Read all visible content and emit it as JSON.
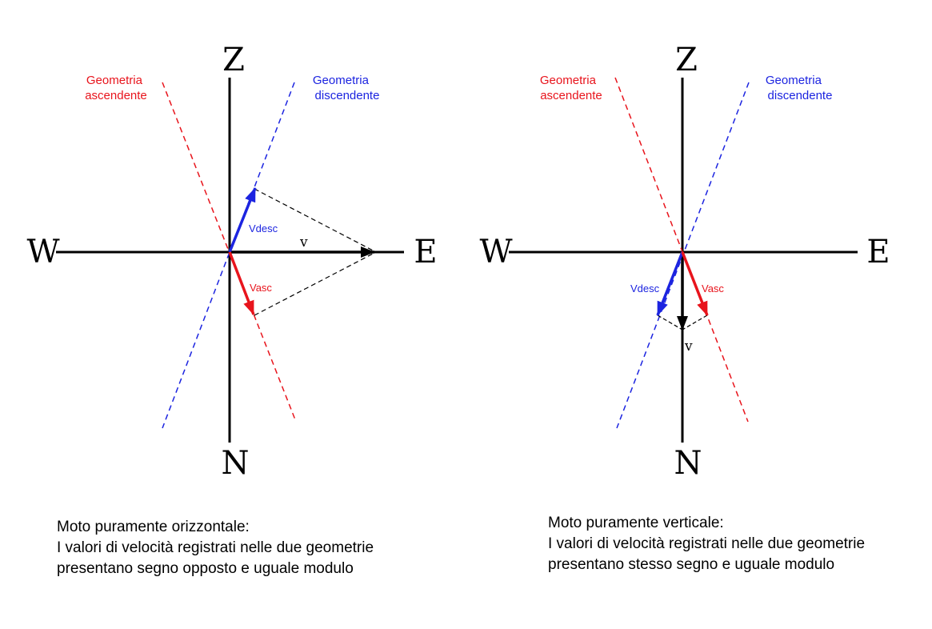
{
  "colors": {
    "ascending": "#e8141c",
    "descending": "#1c24e0",
    "axis": "#000000"
  },
  "left_panel": {
    "axis_labels": {
      "top": "Z",
      "bottom": "N",
      "left": "W",
      "right": "E"
    },
    "ascending_label": [
      "Geometria",
      "ascendente"
    ],
    "descending_label": [
      "Geometria",
      "discendente"
    ],
    "vector_labels": {
      "desc": "Vdesc",
      "asc": "Vasc",
      "v": "v"
    },
    "caption": [
      "Moto puramente orizzontale:",
      "I valori di velocità registrati nelle due geometrie",
      "presentano segno opposto e uguale modulo"
    ]
  },
  "right_panel": {
    "axis_labels": {
      "top": "Z",
      "bottom": "N",
      "left": "W",
      "right": "E"
    },
    "ascending_label": [
      "Geometria",
      "ascendente"
    ],
    "descending_label": [
      "Geometria",
      "discendente"
    ],
    "vector_labels": {
      "desc": "Vdesc",
      "asc": "Vasc",
      "v": "v"
    },
    "caption": [
      "Moto puramente verticale:",
      "I valori di velocità registrati nelle due geometrie",
      "presentano stesso segno e uguale modulo"
    ]
  }
}
